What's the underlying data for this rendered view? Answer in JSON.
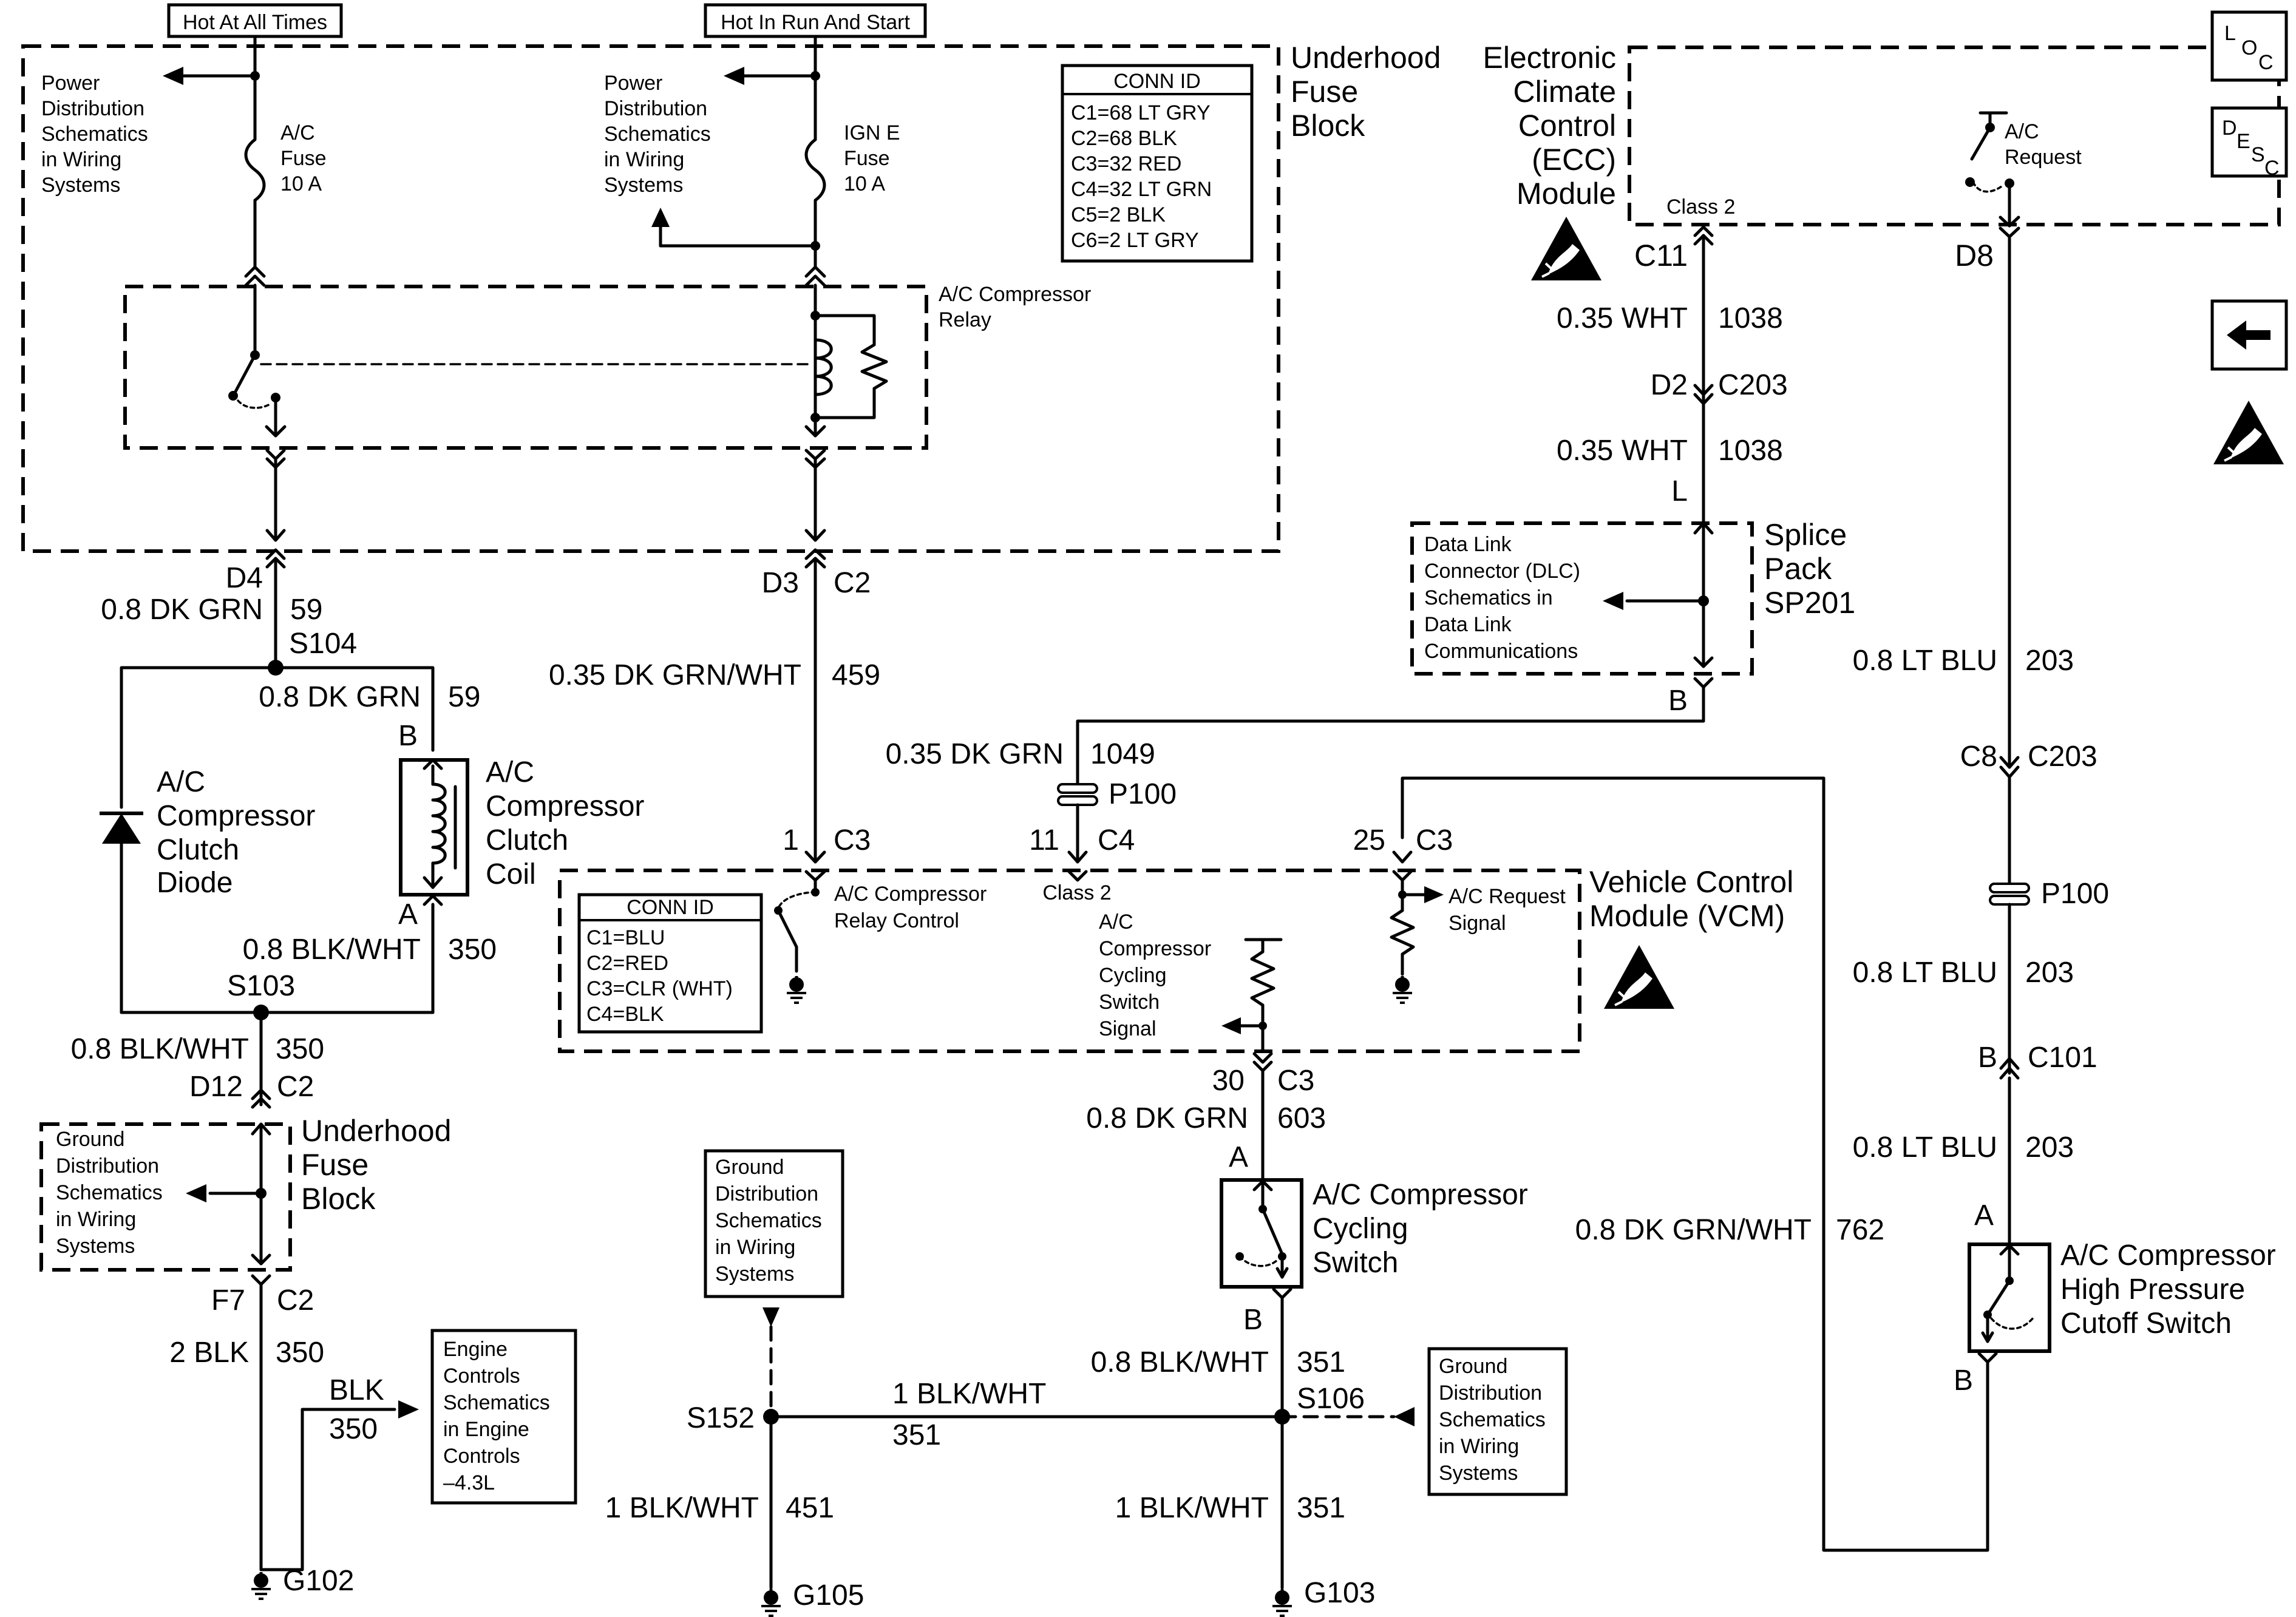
{
  "power": {
    "hot_at_all_times": "Hot At All Times",
    "hot_in_run_and_start": "Hot In Run And Start"
  },
  "fuse_block": {
    "power_dist_line1": "Power",
    "power_dist_line2": "Distribution",
    "power_dist_line3": "Schematics",
    "power_dist_line4": "in Wiring",
    "power_dist_line5": "Systems",
    "ac_fuse_name": "A/C",
    "ac_fuse_word": "Fuse",
    "ac_fuse_rating": "10 A",
    "ign_fuse_name": "IGN E",
    "ign_fuse_word": "Fuse",
    "ign_fuse_rating": "10 A",
    "title_line1": "Underhood",
    "title_line2": "Fuse",
    "title_line3": "Block",
    "relay_line1": "A/C Compressor",
    "relay_line2": "Relay"
  },
  "conn_id_top": {
    "header": "CONN ID",
    "rows": [
      "C1=68 LT GRY",
      "C2=68 BLK",
      "C3=32 RED",
      "C4=32 LT GRN",
      "C5=2 BLK",
      "C6=2 LT GRY"
    ]
  },
  "ecc": {
    "title_line1": "Electronic",
    "title_line2": "Climate",
    "title_line3": "Control",
    "title_line4": "(ECC)",
    "title_line5": "Module",
    "class2": "Class 2",
    "ac_request_line1": "A/C",
    "ac_request_line2": "Request",
    "pin_c11": "C11",
    "pin_d8": "D8"
  },
  "right_tabs": {
    "loc_l": "L",
    "loc_o": "O",
    "loc_c": "C",
    "desc_d": "D",
    "desc_e": "E",
    "desc_s": "S",
    "desc_c": "C"
  },
  "circuit_1038": {
    "wire_top": "0.35 WHT",
    "num_top": "1038",
    "pin_d2": "D2",
    "conn_c203": "C203",
    "wire_bottom": "0.35 WHT",
    "num_bottom": "1038",
    "pin_l": "L"
  },
  "splice_pack": {
    "dlc_line1": "Data Link",
    "dlc_line2": "Connector (DLC)",
    "dlc_line3": "Schematics in",
    "dlc_line4": "Data Link",
    "dlc_line5": "Communications",
    "title_line1": "Splice",
    "title_line2": "Pack",
    "title_line3": "SP201",
    "pin_b": "B"
  },
  "circuit_1049": {
    "wire": "0.35 DK GRN",
    "num": "1049",
    "p100": "P100",
    "pin": "11",
    "conn": "C4"
  },
  "circuit_203": {
    "wire1": "0.8 LT BLU",
    "num1": "203",
    "pin_c8": "C8",
    "conn_c203": "C203",
    "p100": "P100",
    "wire2": "0.8 LT BLU",
    "num2": "203",
    "pin_b": "B",
    "conn_c101": "C101",
    "wire3": "0.8 LT BLU",
    "num3": "203",
    "pin_a": "A",
    "switch_line1": "A/C Compressor",
    "switch_line2": "High Pressure",
    "switch_line3": "Cutoff Switch",
    "pin_b2": "B"
  },
  "circuit_762": {
    "wire": "0.8 DK GRN/WHT",
    "num": "762"
  },
  "left_side": {
    "pin_d4": "D4",
    "wire_59": "0.8 DK GRN",
    "num_59": "59",
    "splice_s104": "S104",
    "wire_59b": "0.8 DK GRN",
    "num_59b": "59",
    "pin_b": "B",
    "diode_line1": "A/C",
    "diode_line2": "Compressor",
    "diode_line3": "Clutch",
    "diode_line4": "Diode",
    "coil_line1": "A/C",
    "coil_line2": "Compressor",
    "coil_line3": "Clutch",
    "coil_line4": "Coil",
    "pin_a": "A",
    "wire_350": "0.8 BLK/WHT",
    "num_350": "350",
    "splice_s103": "S103",
    "wire_350b": "0.8 BLK/WHT",
    "num_350b": "350",
    "pin_d12": "D12",
    "conn_c2": "C2",
    "gnd_dist_line1": "Ground",
    "gnd_dist_line2": "Distribution",
    "gnd_dist_line3": "Schematics",
    "gnd_dist_line4": "in Wiring",
    "gnd_dist_line5": "Systems",
    "ufb_line1": "Underhood",
    "ufb_line2": "Fuse",
    "ufb_line3": "Block",
    "pin_f7": "F7",
    "conn_c2b": "C2",
    "wire_2blk": "2 BLK",
    "num_350c": "350",
    "blk": "BLK",
    "num_350d": "350",
    "ec_line1": "Engine",
    "ec_line2": "Controls",
    "ec_line3": "Schematics",
    "ec_line4": "in Engine",
    "ec_line5": "Controls",
    "ec_line6": "–4.3L",
    "g102": "G102"
  },
  "circuit_459": {
    "pin_d3": "D3",
    "conn_c2": "C2",
    "wire": "0.35 DK GRN/WHT",
    "num": "459",
    "pin_1": "1",
    "conn_c3": "C3"
  },
  "vcm": {
    "title_line1": "Vehicle Control",
    "title_line2": "Module  (VCM)",
    "conn_header": "CONN ID",
    "conn_rows": [
      "C1=BLU",
      "C2=RED",
      "C3=CLR (WHT)",
      "C4=BLK"
    ],
    "relay_ctrl_line1": "A/C Compressor",
    "relay_ctrl_line2": "Relay Control",
    "class2": "Class 2",
    "cyc_line1": "A/C",
    "cyc_line2": "Compressor",
    "cyc_line3": "Cycling",
    "cyc_line4": "Switch",
    "cyc_line5": "Signal",
    "req_line1": "A/C Request",
    "req_line2": "Signal",
    "pin_25": "25",
    "conn_c3": "C3",
    "pin_30": "30",
    "conn_c3b": "C3"
  },
  "circuit_603": {
    "wire": "0.8 DK GRN",
    "num": "603",
    "pin_a": "A",
    "switch_line1": "A/C Compressor",
    "switch_line2": "Cycling",
    "switch_line3": "Switch",
    "pin_b": "B"
  },
  "ground_bottom": {
    "wire_351": "0.8 BLK/WHT",
    "num_351": "351",
    "splice_s106": "S106",
    "gd_line1": "Ground",
    "gd_line2": "Distribution",
    "gd_line3": "Schematics",
    "gd_line4": "in Wiring",
    "gd_line5": "Systems",
    "splice_s152": "S152",
    "wire_1blk": "1 BLK/WHT",
    "num_351b": "351",
    "gd2_line1": "Ground",
    "gd2_line2": "Distribution",
    "gd2_line3": "Schematics",
    "gd2_line4": "in Wiring",
    "gd2_line5": "Systems",
    "wire_451": "1 BLK/WHT",
    "num_451": "451",
    "g105": "G105",
    "wire_351c": "1 BLK/WHT",
    "num_351c": "351",
    "g103": "G103"
  },
  "icons": [
    "esd-icon",
    "loc-icon",
    "desc-icon",
    "back-arrow-icon",
    "ground-icon",
    "fuse-icon",
    "switch-icon",
    "diode-icon",
    "coil-icon",
    "resistor-icon"
  ]
}
